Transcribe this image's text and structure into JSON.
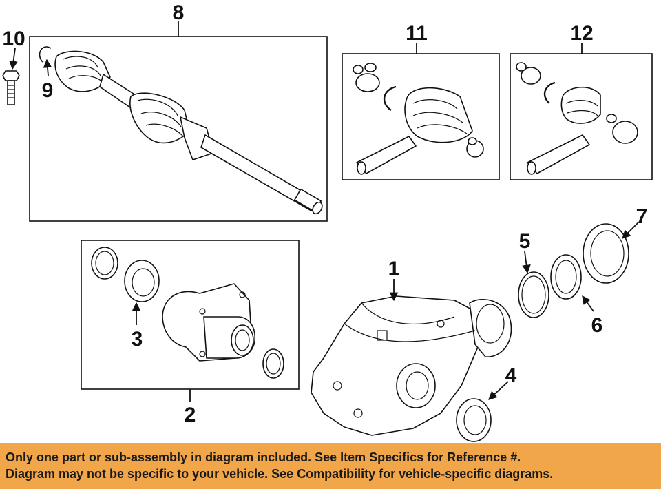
{
  "callouts": {
    "c1": "1",
    "c2": "2",
    "c3": "3",
    "c4": "4",
    "c5": "5",
    "c6": "6",
    "c7": "7",
    "c8": "8",
    "c9": "9",
    "c10": "10",
    "c11": "11",
    "c12": "12"
  },
  "footer": {
    "line1": "Only one part or sub-assembly in diagram included. See Item Specifics for Reference #.",
    "line2": "Diagram may not be specific to your vehicle. See Compatibility for vehicle-specific diagrams."
  },
  "colors": {
    "banner": "#f2a64a",
    "ink": "#111111"
  }
}
